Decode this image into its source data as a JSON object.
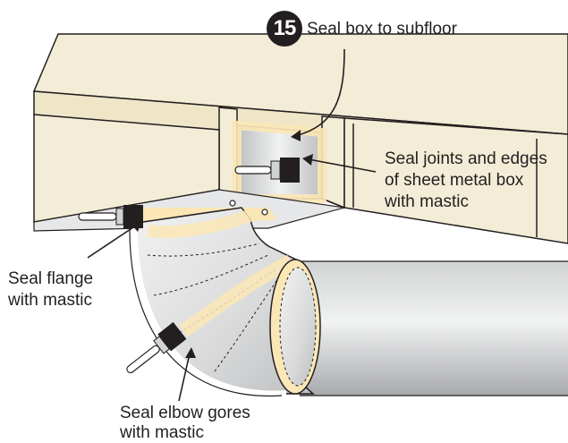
{
  "step": {
    "number": "15",
    "title": "Seal box to subfloor"
  },
  "callouts": {
    "joints": [
      "Seal joints and edges",
      "of sheet metal box",
      "with mastic"
    ],
    "flange": [
      "Seal flange",
      "with mastic"
    ],
    "elbow": [
      "Seal elbow gores",
      "with mastic"
    ]
  },
  "colors": {
    "outline": "#231f20",
    "wood": "#f3ecd6",
    "mastic": "#fbe7b6",
    "metal": "#dfe0e1",
    "duct_gradient_dark": "#a7a9ac"
  },
  "icons": [
    "paintbrush-icon",
    "paintbrush-icon",
    "paintbrush-icon",
    "paintbrush-icon"
  ]
}
